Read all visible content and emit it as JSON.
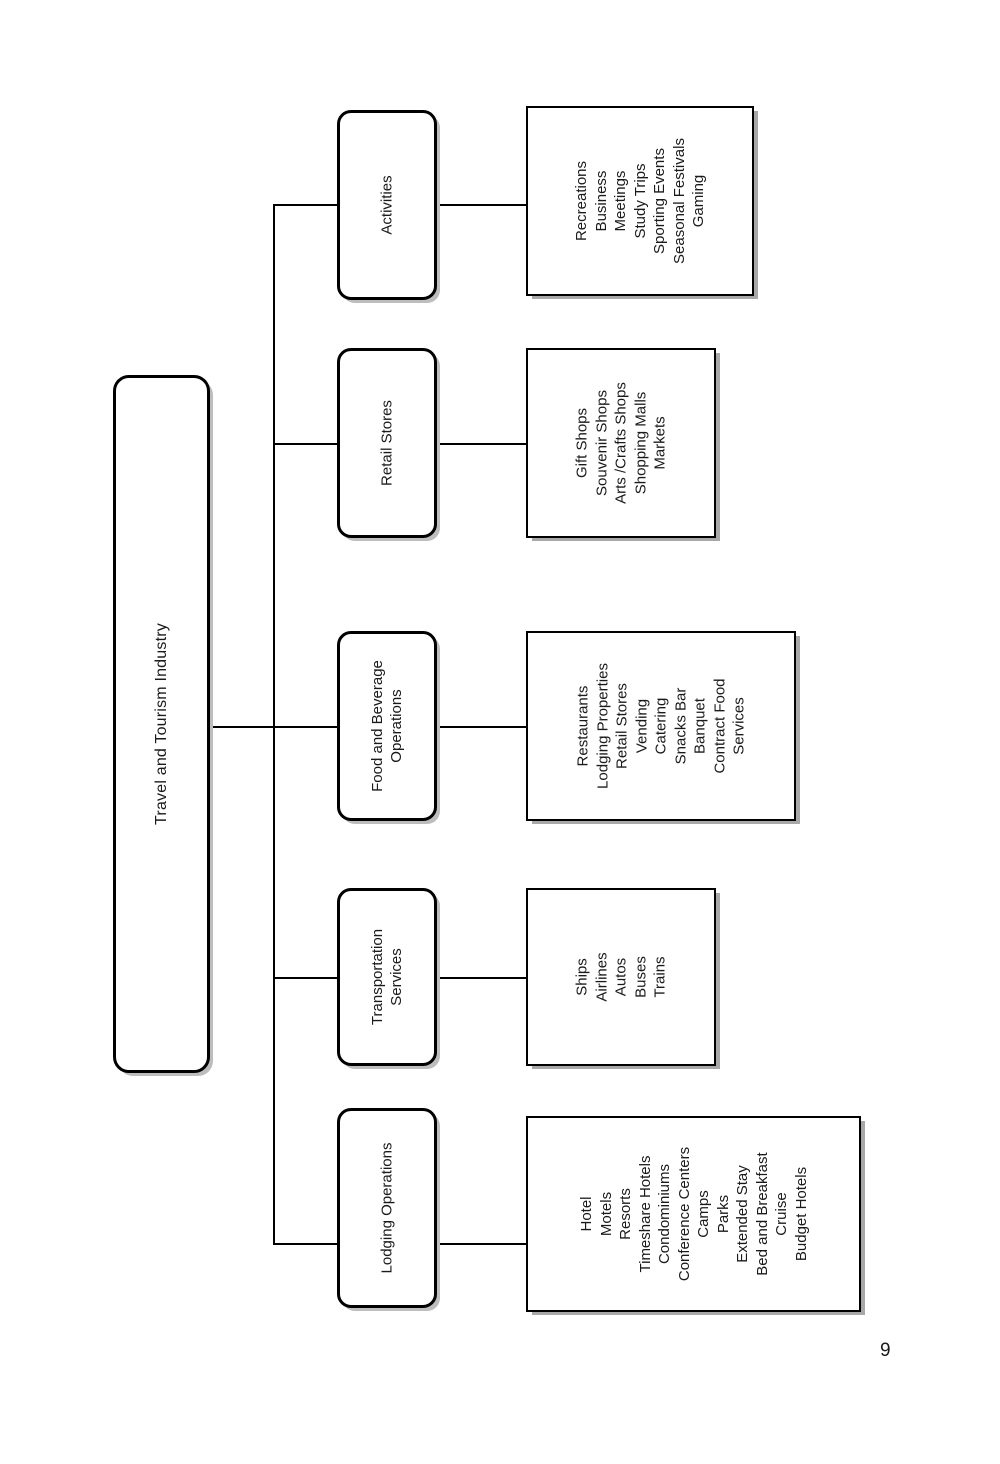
{
  "page": {
    "number": "9"
  },
  "chart_data": {
    "type": "diagram",
    "diagram_type": "organizational-tree",
    "orientation": "rotated-90-counterclockwise",
    "root": "Travel and Tourism Industry",
    "branches": [
      {
        "label": "Activities",
        "label_lines": [
          "Activities"
        ],
        "items": [
          "Recreations",
          "Business",
          "Meetings",
          "Study Trips",
          "Sporting Events",
          "Seasonal Festivals",
          "Gaming"
        ]
      },
      {
        "label": "Retail Stores",
        "label_lines": [
          "Retail Stores"
        ],
        "items": [
          "Gift Shops",
          "Souvenir Shops",
          "Arts /Crafts Shops",
          "Shopping Malls",
          "Markets"
        ]
      },
      {
        "label": "Food and Beverage Operations",
        "label_lines": [
          "Food and Beverage",
          "Operations"
        ],
        "items": [
          "Restaurants",
          "Lodging Properties",
          "Retail Stores",
          "Vending",
          "Catering",
          "Snacks Bar",
          "Banquet",
          "Contract Food",
          "Services"
        ]
      },
      {
        "label": "Transportation Services",
        "label_lines": [
          "Transportation",
          "Services"
        ],
        "items": [
          "Ships",
          "Airlines",
          "Autos",
          "Buses",
          "Trains"
        ]
      },
      {
        "label": "Lodging Operations",
        "label_lines": [
          "Lodging Operations"
        ],
        "items": [
          "Hotel",
          "Motels",
          "Resorts",
          "Timeshare Hotels",
          "Condominiums",
          "Conference Centers",
          "Camps",
          "Parks",
          "Extended Stay",
          "Bed and Breakfast",
          "Cruise",
          "Budget Hotels"
        ]
      }
    ],
    "colors": {
      "border": "#000000",
      "shadow": "#bdbdbd",
      "background": "#ffffff",
      "text": "#1a1a1a"
    }
  }
}
